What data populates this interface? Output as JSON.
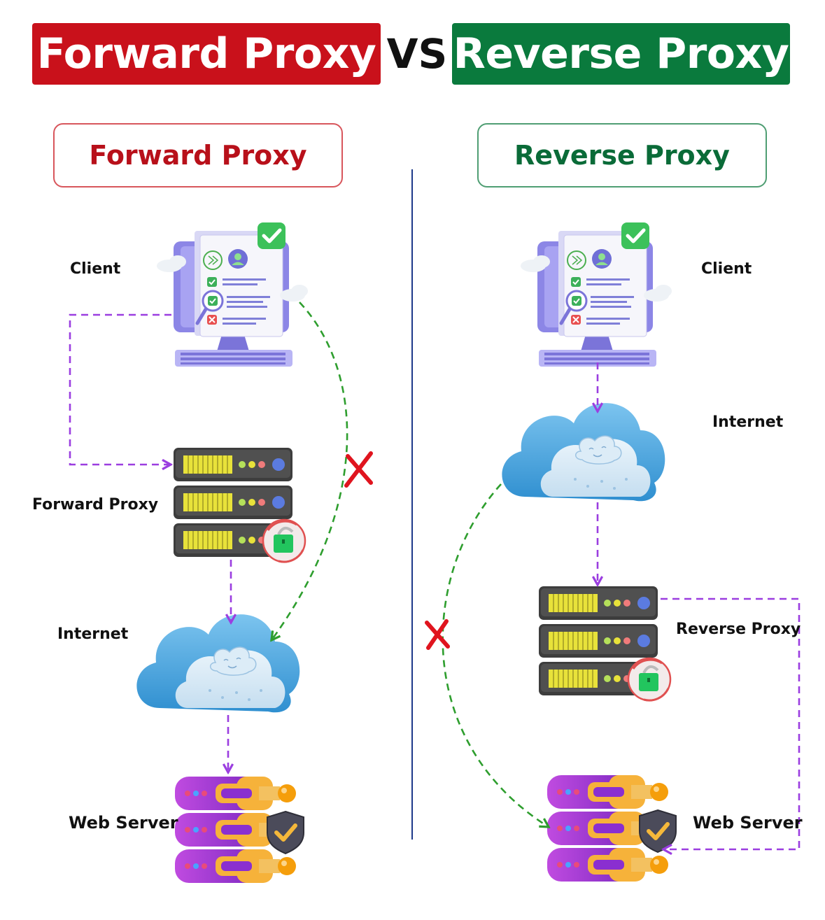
{
  "header": {
    "left_title": "Forward Proxy",
    "vs": "VS",
    "right_title": "Reverse Proxy"
  },
  "left_panel": {
    "heading": "Forward Proxy",
    "labels": {
      "client": "Client",
      "proxy": "Forward Proxy",
      "internet": "Internet",
      "web_server": "Web Server"
    }
  },
  "right_panel": {
    "heading": "Reverse Proxy",
    "labels": {
      "client": "Client",
      "internet": "Internet",
      "proxy": "Reverse Proxy",
      "web_server": "Web Server"
    }
  },
  "colors": {
    "forward_red": "#c9111b",
    "reverse_green": "#0a7a3d",
    "flow_purple": "#9b3ee0",
    "blocked_green": "#2e9e2e",
    "blocked_x": "#e0141e",
    "divider_blue": "#1e3a8a"
  },
  "icons": [
    "monitor-icon",
    "check-icon",
    "proxy-server-icon",
    "lock-icon",
    "cloud-icon",
    "web-server-icon",
    "shield-check-icon",
    "x-mark-icon"
  ]
}
